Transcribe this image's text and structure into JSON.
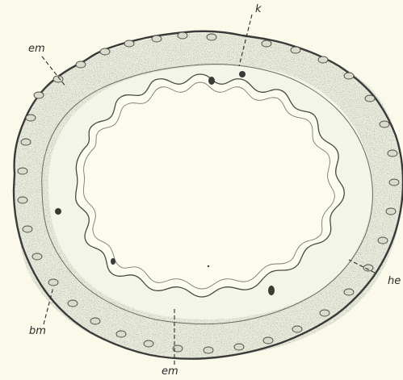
{
  "figure": {
    "labels": {
      "k": "k",
      "em_top": "em",
      "he": "he",
      "bm": "bm",
      "em_bottom": "em"
    }
  }
}
